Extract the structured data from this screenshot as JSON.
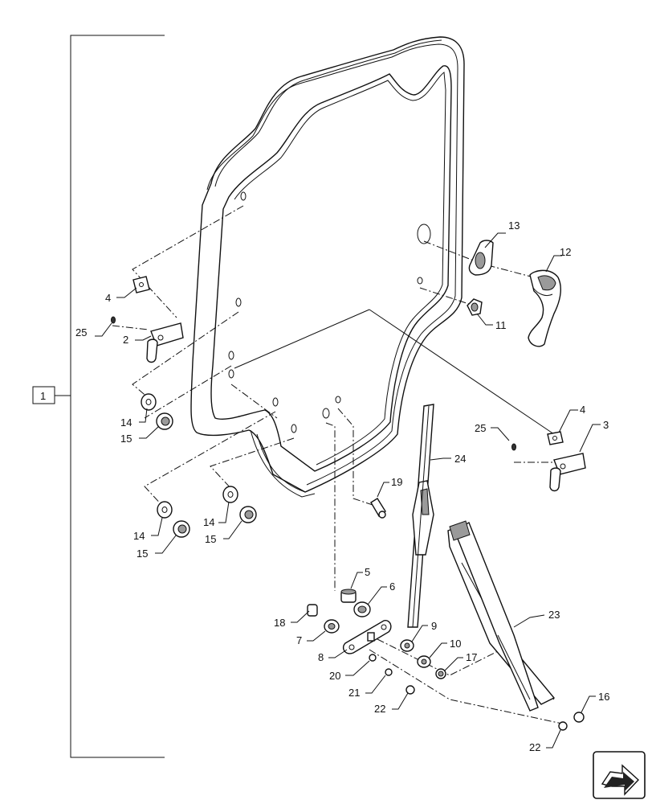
{
  "assembly_label": "1",
  "callouts": {
    "c13": "13",
    "c12": "12",
    "c11": "11",
    "c4a": "4",
    "c25a": "25",
    "c2": "2",
    "c4b": "4",
    "c3": "3",
    "c25b": "25",
    "c14a": "14",
    "c15a": "15",
    "c14b": "14",
    "c15b": "15",
    "c14c": "14",
    "c15c": "15",
    "c24": "24",
    "c19": "19",
    "c5": "5",
    "c6": "6",
    "c18": "18",
    "c7": "7",
    "c9": "9",
    "c8": "8",
    "c10": "10",
    "c17": "17",
    "c20": "20",
    "c21": "21",
    "c22a": "22",
    "c23": "23",
    "c16": "16",
    "c22b": "22"
  },
  "icons": {
    "view_arrow": "arrow-icon"
  }
}
